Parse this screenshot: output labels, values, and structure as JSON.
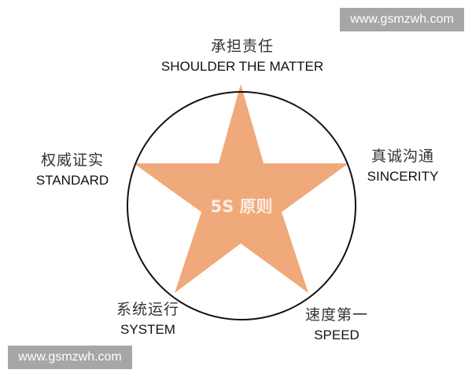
{
  "title": "5S 原则",
  "colors": {
    "star": "#F0A97A",
    "circle": "#111111",
    "watermark_bg": "#A6A6A6",
    "center_text": "#FBEEE2"
  },
  "center": {
    "label": "5S 原则"
  },
  "principles": [
    {
      "position": "top",
      "cn": "承担责任",
      "en": "SHOULDER THE MATTER"
    },
    {
      "position": "right",
      "cn": "真诚沟通",
      "en": "SINCERITY"
    },
    {
      "position": "bottom-right",
      "cn": "速度第一",
      "en": "SPEED"
    },
    {
      "position": "bottom-left",
      "cn": "系统运行",
      "en": "SYSTEM"
    },
    {
      "position": "left",
      "cn": "权威证实",
      "en": "STANDARD"
    }
  ],
  "watermarks": {
    "top_right": "www.gsmzwh.com",
    "bottom_left": "www.gsmzwh.com"
  }
}
